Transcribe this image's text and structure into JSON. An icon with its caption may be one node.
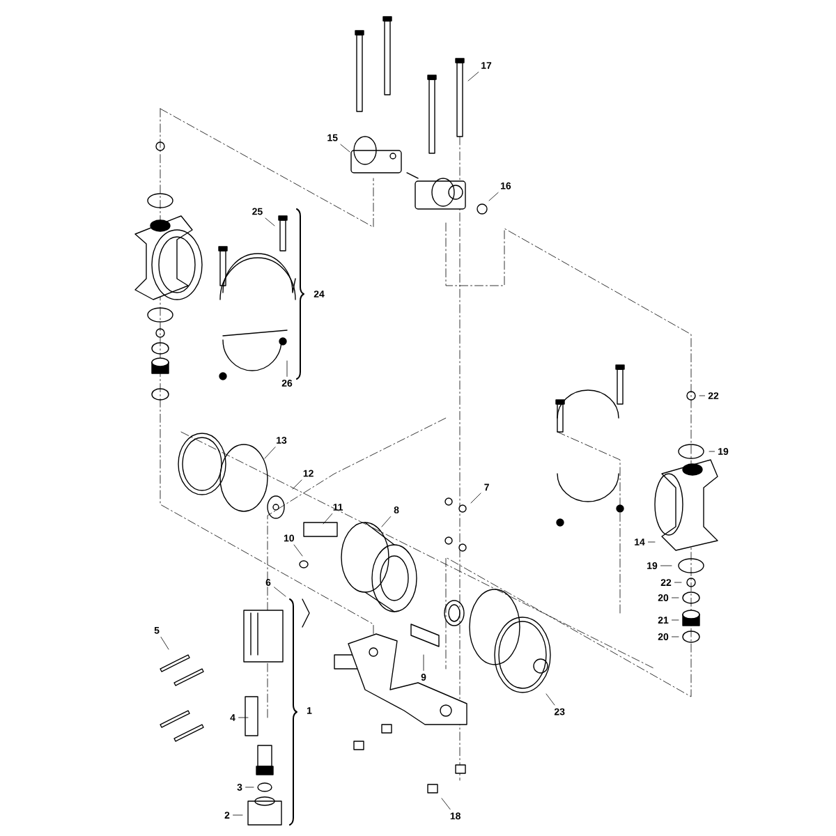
{
  "diagram": {
    "nodes": [
      {
        "text": [
          "17"
        ]
      },
      {
        "text": [
          "15"
        ]
      },
      {
        "text": [
          "16"
        ]
      },
      {
        "text": [
          "25"
        ]
      },
      {
        "text": [
          "26"
        ]
      },
      {
        "text": [
          "22"
        ]
      },
      {
        "text": [
          "13"
        ]
      },
      {
        "text": [
          "12"
        ]
      },
      {
        "text": [
          "19"
        ]
      },
      {
        "text": [
          "11"
        ]
      },
      {
        "text": [
          "8"
        ]
      },
      {
        "text": [
          "7"
        ]
      },
      {
        "text": [
          "10"
        ]
      },
      {
        "text": [
          "14"
        ]
      },
      {
        "text": [
          "19"
        ]
      },
      {
        "text": [
          "22"
        ]
      },
      {
        "text": [
          "6"
        ]
      },
      {
        "text": [
          "20"
        ]
      },
      {
        "text": [
          "21"
        ]
      },
      {
        "text": [
          "20"
        ]
      },
      {
        "text": [
          "5"
        ]
      },
      {
        "text": [
          "9"
        ]
      },
      {
        "text": [
          "23"
        ]
      },
      {
        "text": [
          "4"
        ]
      },
      {
        "text": [
          "3"
        ]
      },
      {
        "text": [
          "18"
        ]
      },
      {
        "text": [
          "2"
        ]
      }
    ],
    "edges": [
      {
        "from": 0,
        "to": null,
        "arrow": "none"
      },
      {
        "from": 1,
        "to": null,
        "arrow": "none"
      },
      {
        "from": 2,
        "to": null,
        "arrow": "none"
      },
      {
        "from": 3,
        "to": null,
        "arrow": "none"
      },
      {
        "from": 4,
        "to": null,
        "arrow": "none"
      },
      {
        "from": 5,
        "to": null,
        "arrow": "none"
      },
      {
        "from": 6,
        "to": null,
        "arrow": "none"
      },
      {
        "from": 7,
        "to": null,
        "arrow": "none"
      },
      {
        "from": 8,
        "to": null,
        "arrow": "none"
      },
      {
        "from": 9,
        "to": null,
        "arrow": "none"
      },
      {
        "from": 10,
        "to": null,
        "arrow": "none"
      },
      {
        "from": 11,
        "to": null,
        "arrow": "none"
      },
      {
        "from": 12,
        "to": null,
        "arrow": "none"
      },
      {
        "from": 13,
        "to": null,
        "arrow": "none"
      },
      {
        "from": 14,
        "to": null,
        "arrow": "none"
      },
      {
        "from": 15,
        "to": null,
        "arrow": "none"
      },
      {
        "from": 16,
        "to": null,
        "arrow": "none"
      },
      {
        "from": 17,
        "to": null,
        "arrow": "none"
      },
      {
        "from": 18,
        "to": null,
        "arrow": "none"
      },
      {
        "from": 19,
        "to": null,
        "arrow": "none"
      },
      {
        "from": 20,
        "to": null,
        "arrow": "none"
      },
      {
        "from": 21,
        "to": null,
        "arrow": "none"
      },
      {
        "from": 22,
        "to": null,
        "arrow": "none"
      },
      {
        "from": 23,
        "to": null,
        "arrow": "none"
      },
      {
        "from": 24,
        "to": null,
        "arrow": "none"
      },
      {
        "from": 25,
        "to": null,
        "arrow": "none"
      },
      {
        "from": 26,
        "to": null,
        "arrow": "none"
      }
    ],
    "labels": [
      "24",
      "1"
    ]
  }
}
